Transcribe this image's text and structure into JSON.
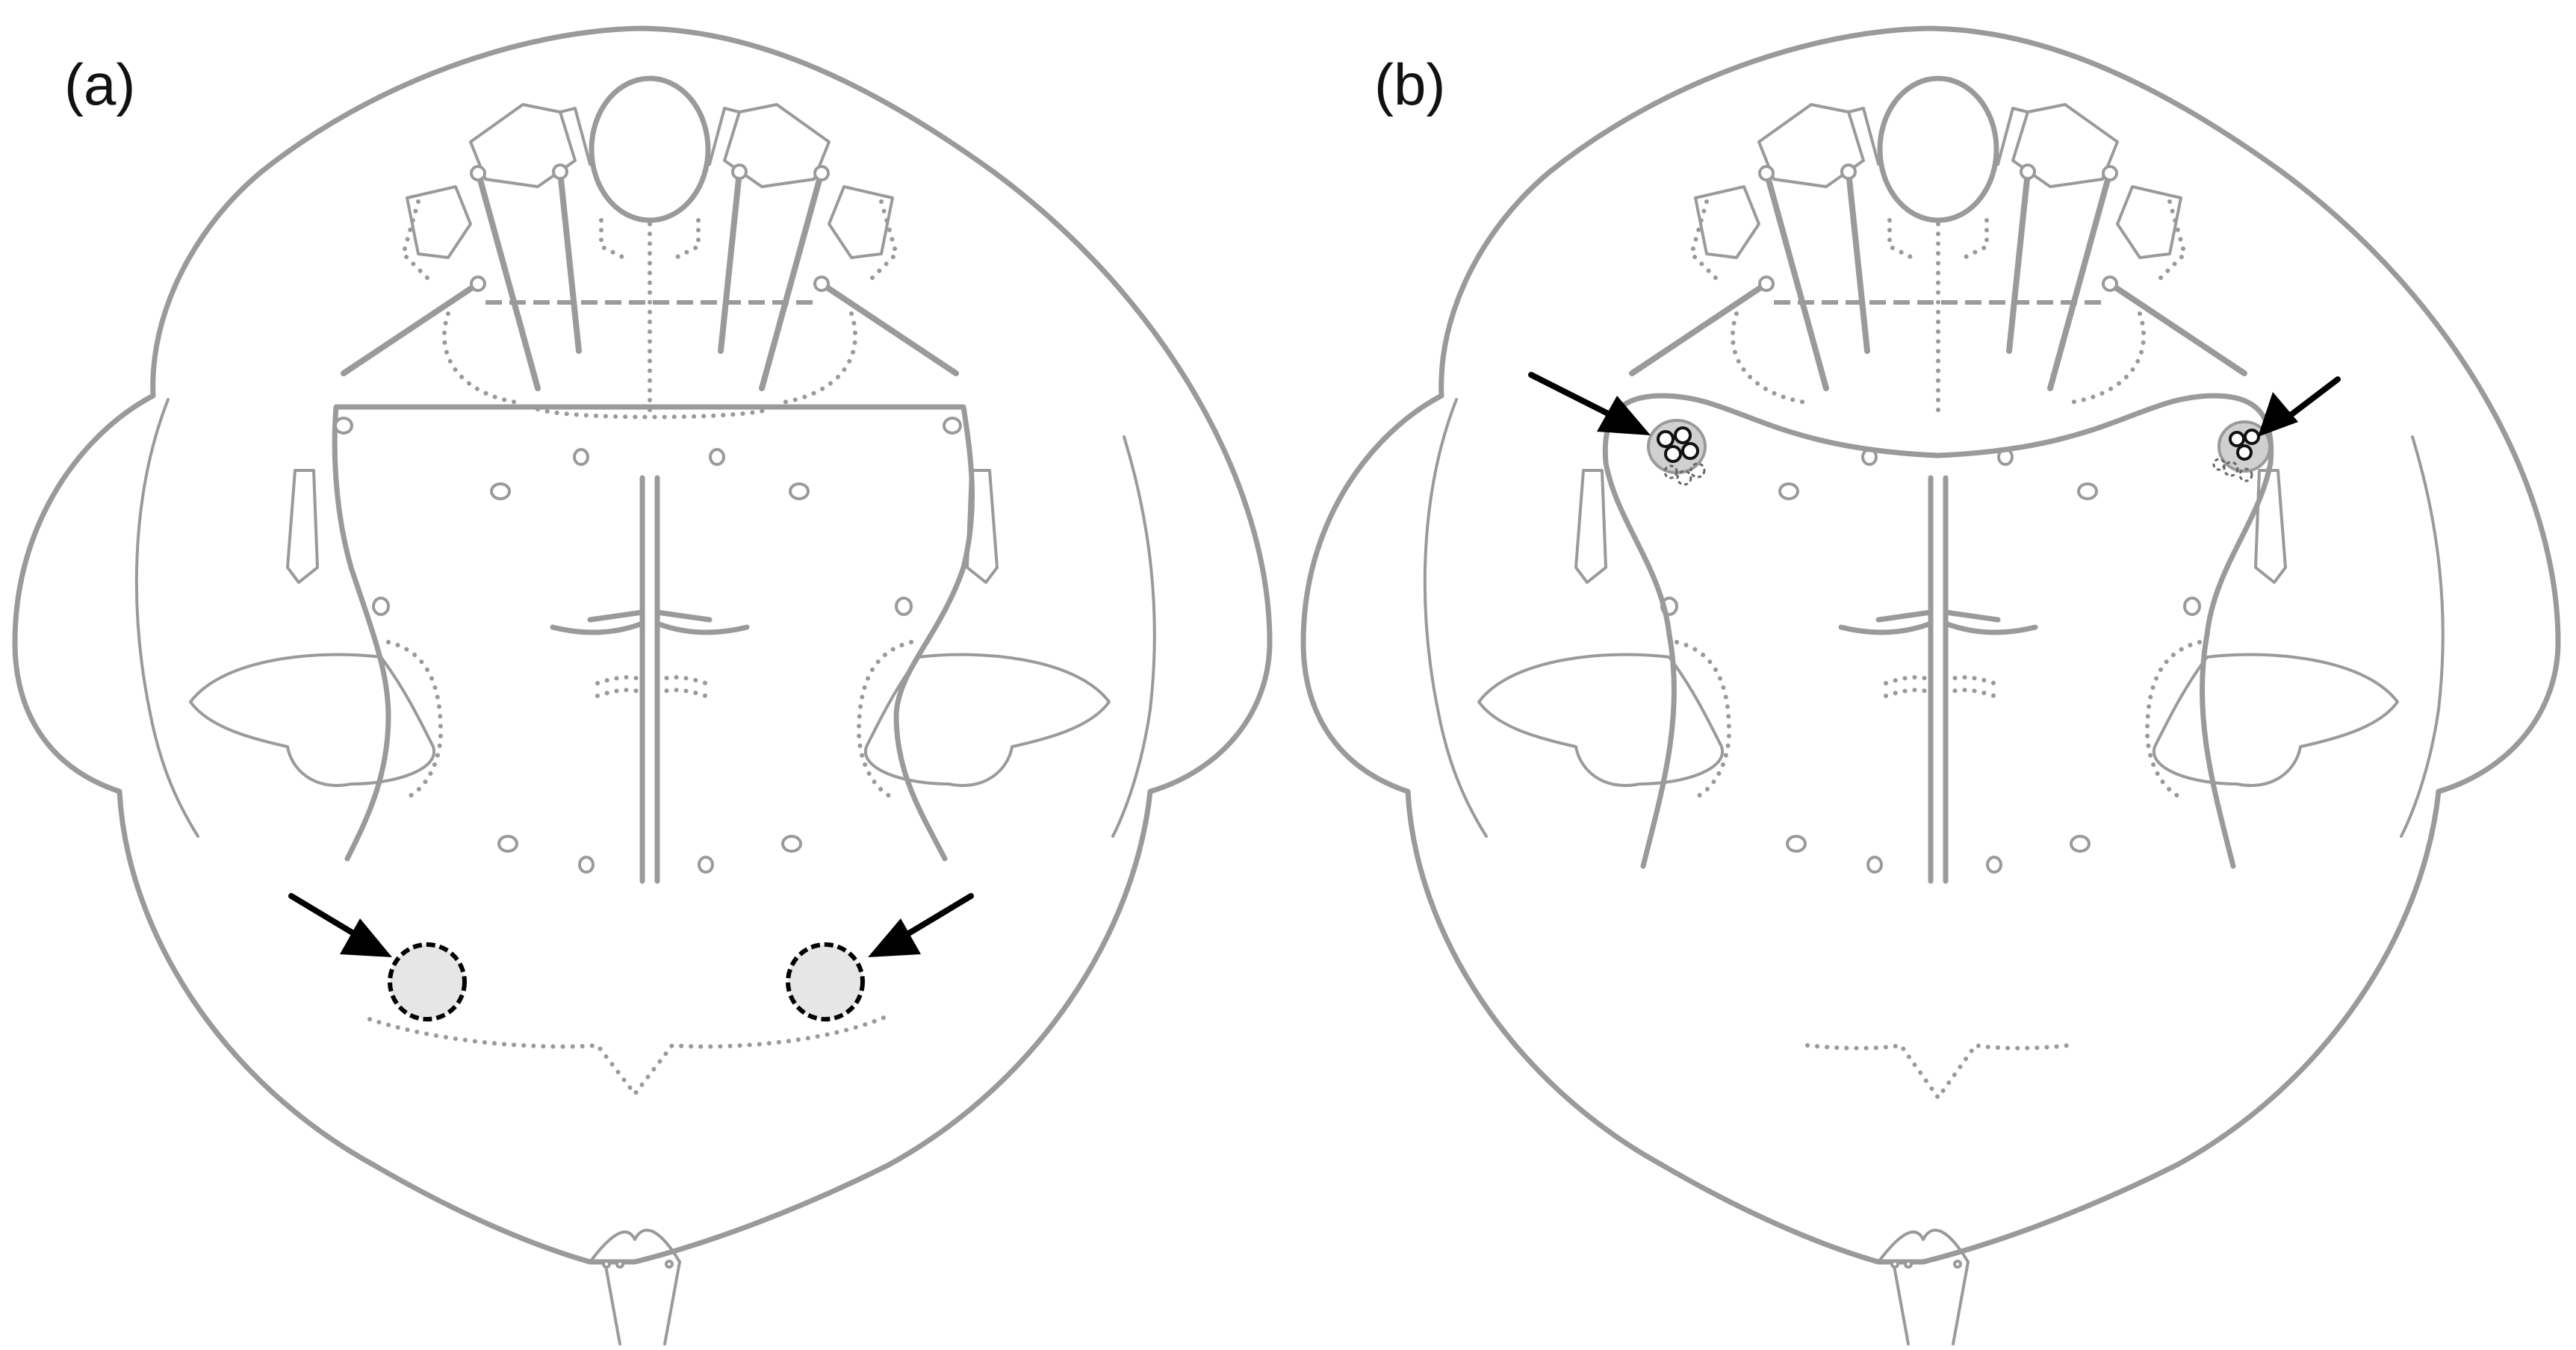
{
  "figure": {
    "panels": [
      {
        "id": "a",
        "label": "(a)"
      },
      {
        "id": "b",
        "label": "(b)"
      }
    ],
    "colors": {
      "outline": "#9a9a9a",
      "arrow": "#000000",
      "background": "#ffffff"
    }
  }
}
